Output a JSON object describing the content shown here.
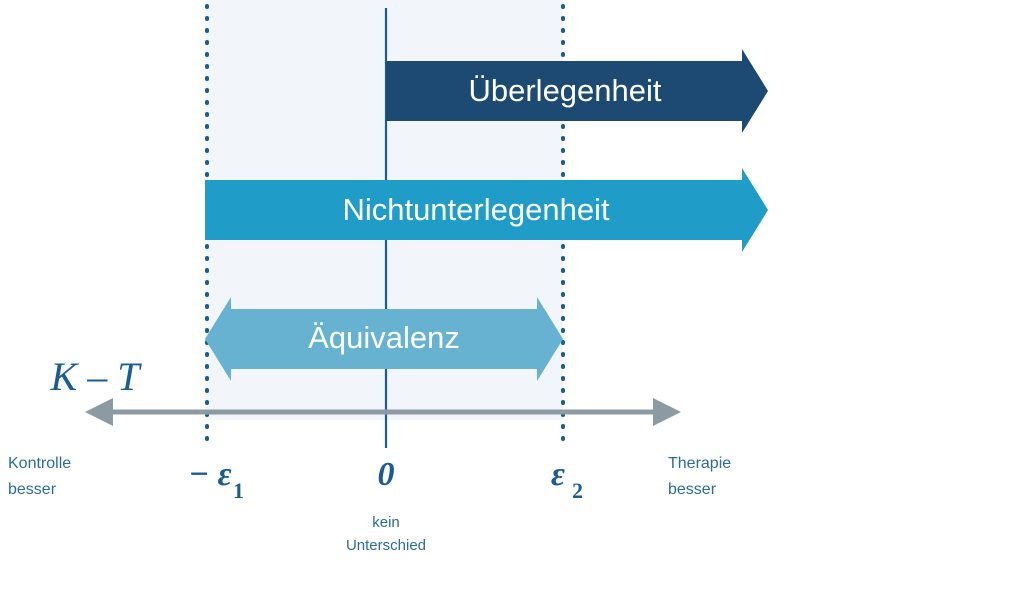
{
  "diagram": {
    "title_internal": "Equivalence / non-inferiority / superiority scale",
    "bands": [
      {
        "key": "superiority",
        "label": "Überlegenheit",
        "color": "#1d4a73",
        "direction": "right"
      },
      {
        "key": "noninferiority",
        "label": "Nichtunterlegenheit",
        "color": "#1f9cc8",
        "direction": "right"
      },
      {
        "key": "equivalence",
        "label": "Äquivalenz",
        "color": "#66b2d0",
        "direction": "both"
      }
    ],
    "axis": {
      "measure_label": "K – T",
      "left_end_line1": "Kontrolle",
      "left_end_line2": "besser",
      "right_end_line1": "Therapie",
      "right_end_line2": "besser",
      "color": "#8b9aa3"
    },
    "ticks": [
      {
        "key": "minus-eps1",
        "glyph": "− ε",
        "sub": "1",
        "note_line1": "",
        "note_line2": ""
      },
      {
        "key": "zero",
        "glyph": "0",
        "sub": "",
        "note_line1": "kein",
        "note_line2": "Unterschied"
      },
      {
        "key": "eps2",
        "glyph": "ε",
        "sub": "2",
        "note_line1": "",
        "note_line2": ""
      }
    ],
    "colors": {
      "shaded_region": "#f2f5f9",
      "dotted_line": "#1a5c94",
      "zero_line": "#1a5c94",
      "text_blue": "#2a6c9e"
    }
  }
}
